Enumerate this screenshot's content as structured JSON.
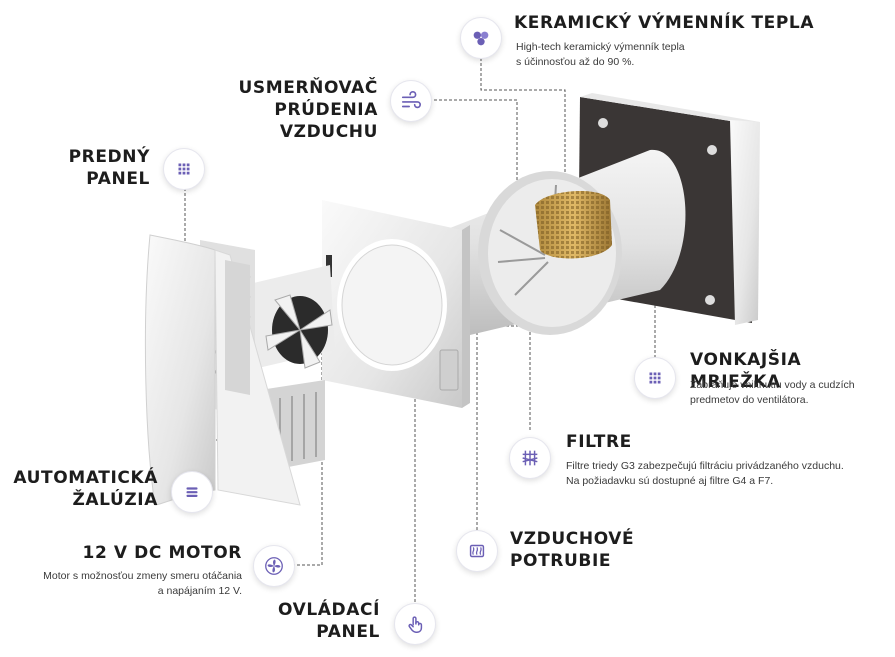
{
  "accent_color": "#6b5fb5",
  "callouts": {
    "heat_exchanger": {
      "title": "KERAMICKÝ VÝMENNÍK TEPLA",
      "desc": [
        "High-tech keramický výmenník tepla",
        "s účinnosťou až do 90 %."
      ],
      "icon": "ceramic-cells-icon"
    },
    "airflow": {
      "title": [
        "USMERŇOVAČ",
        "PRÚDENIA VZDUCHU"
      ],
      "icon": "airflow-icon"
    },
    "front_panel": {
      "title": [
        "PREDNÝ",
        "PANEL"
      ],
      "icon": "grid-icon"
    },
    "outer_grille": {
      "title": "VONKAJŠIA MRIEŽKA",
      "desc": [
        "Zabraňuje vniknutiu vody a cudzích",
        "predmetov do ventilátora."
      ],
      "icon": "grid-icon"
    },
    "filters": {
      "title": "FILTRE",
      "desc": [
        "Filtre triedy G3 zabezpečujú filtráciu privádzaného vzduchu.",
        "Na požiadavku sú dostupné aj filtre G4 a F7."
      ],
      "icon": "filter-icon"
    },
    "shutter": {
      "title": [
        "AUTOMATICKÁ",
        "ŽALÚZIA"
      ],
      "icon": "shutter-icon"
    },
    "ducts": {
      "title": [
        "VZDUCHOVÉ",
        "POTRUBIE"
      ],
      "icon": "duct-icon"
    },
    "motor": {
      "title": "12 V DC MOTOR",
      "desc": [
        "Motor s možnosťou zmeny smeru otáčania",
        "a napájaním 12 V."
      ],
      "icon": "fan-icon"
    },
    "control_panel": {
      "title": [
        "OVLÁDACÍ",
        "PANEL"
      ],
      "icon": "touch-icon"
    }
  }
}
